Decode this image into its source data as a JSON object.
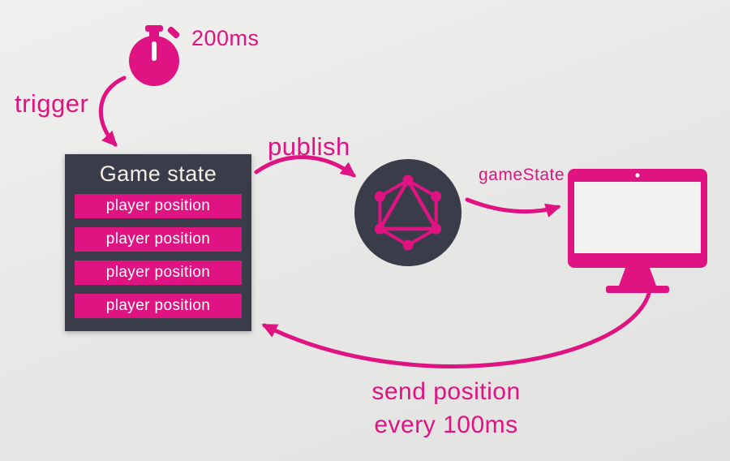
{
  "colors": {
    "accent": "#e01383",
    "dark": "#3a3d49",
    "background": "#e9e9e9"
  },
  "timer": {
    "label": "200ms"
  },
  "labels": {
    "trigger": "trigger",
    "publish": "publish",
    "gameState": "gameState",
    "send_line1": "send position",
    "send_line2": "every 100ms"
  },
  "game_state_box": {
    "title": "Game state",
    "rows": [
      "player position",
      "player position",
      "player position",
      "player position"
    ]
  },
  "icons": {
    "stopwatch": "stopwatch-icon",
    "graphql": "graphql-icon",
    "monitor": "monitor-icon"
  }
}
